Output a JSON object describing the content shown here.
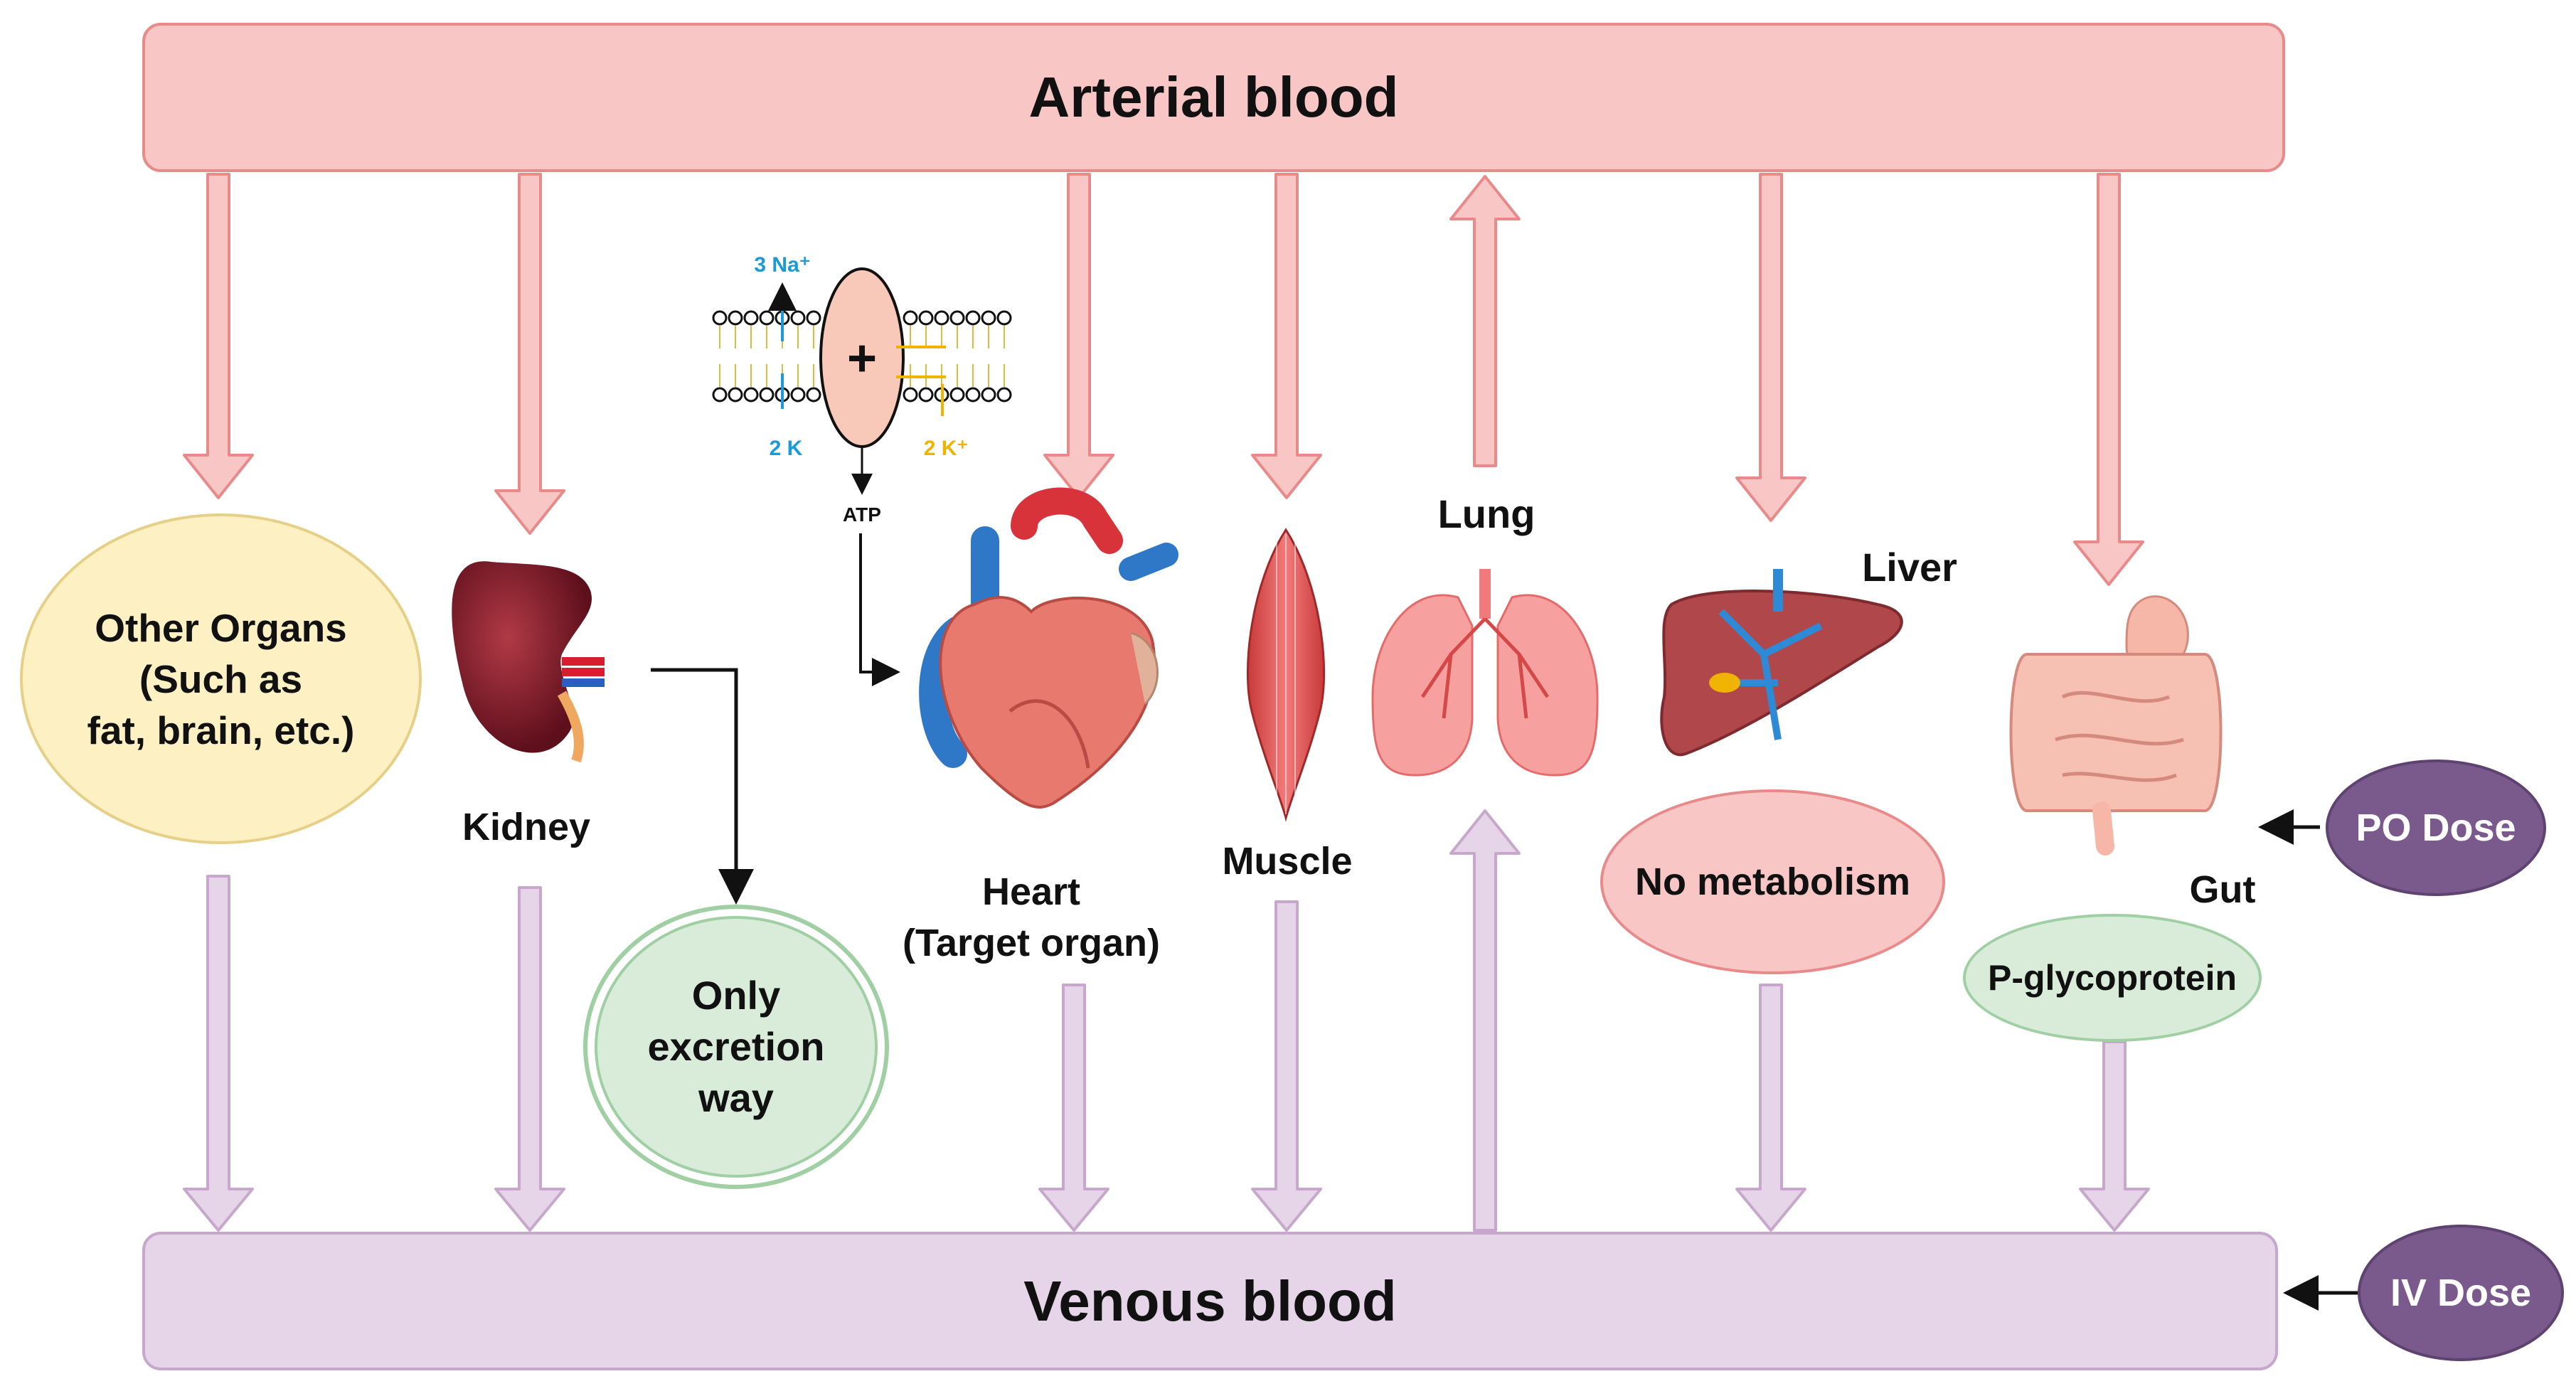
{
  "arterial_label": "Arterial blood",
  "venous_label": "Venous blood",
  "organs": {
    "other": {
      "line1": "Other Organs",
      "line2": "(Such as",
      "line3": "fat, brain, etc.)"
    },
    "kidney": "Kidney",
    "heart": {
      "line1": "Heart",
      "line2": "(Target organ)"
    },
    "muscle": "Muscle",
    "lung": "Lung",
    "liver": "Liver",
    "gut": "Gut"
  },
  "notes": {
    "excretion": {
      "line1": "Only",
      "line2": "excretion",
      "line3": "way"
    },
    "no_metabolism": "No metabolism",
    "pgp": "P-glycoprotein"
  },
  "doses": {
    "po": "PO Dose",
    "iv": "IV Dose"
  },
  "pump": {
    "na": "3 Na⁺",
    "k_left": "2 K",
    "k_right": "2 K⁺",
    "atp": "ATP",
    "plus": "+"
  },
  "colors": {
    "arterial_fill": "#f9c6c6",
    "arterial_stroke": "#e98a8a",
    "venous_fill": "#e6d4e8",
    "venous_stroke": "#c7a8cc",
    "dose_fill": "#7a5a8d",
    "other_fill": "#fdf1c4",
    "excretion_fill": "#d8ecd9",
    "metabolism_fill": "#f9c6c6",
    "pgp_fill": "#d8ecd9"
  }
}
